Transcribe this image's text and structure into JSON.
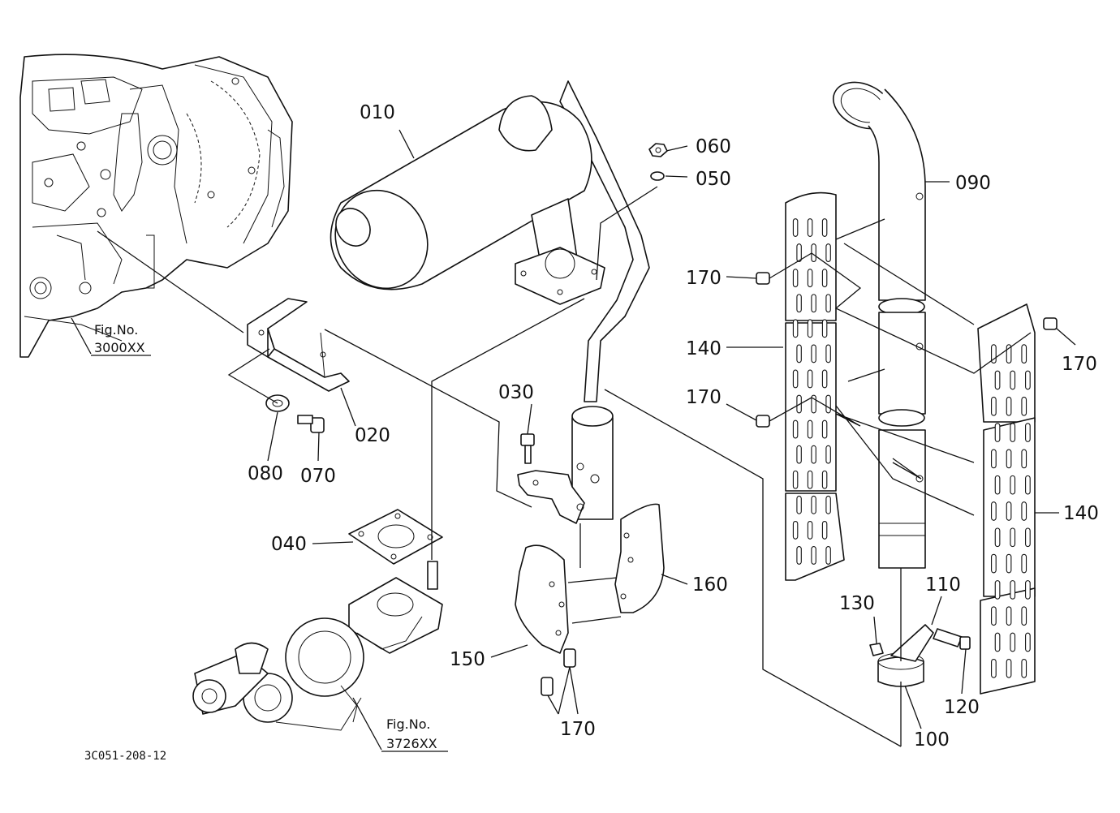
{
  "labels": {
    "p010": "010",
    "p020": "020",
    "p030": "030",
    "p040": "040",
    "p050": "050",
    "p060": "060",
    "p070": "070",
    "p080": "080",
    "p090": "090",
    "p100": "100",
    "p110": "110",
    "p120": "120",
    "p130": "130",
    "p140_left": "140",
    "p140_right": "140",
    "p150": "150",
    "p160": "160",
    "p170_top_left": "170",
    "p170_mid_left": "170",
    "p170_right": "170",
    "p170_bottom": "170"
  },
  "references": {
    "engine_fig_label": "Fig.No.",
    "engine_fig_number": "3000XX",
    "turbo_fig_label": "Fig.No.",
    "turbo_fig_number": "3726XX"
  },
  "drawing_code": "3C051-208-12"
}
